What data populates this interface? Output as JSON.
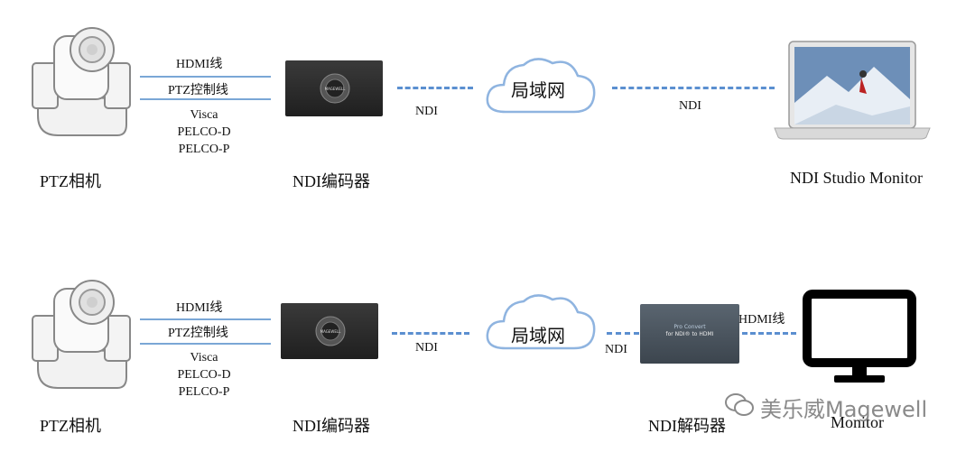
{
  "row1": {
    "camera_label": "PTZ相机",
    "cable_hdmi": "HDMI线",
    "cable_ptz": "PTZ控制线",
    "protocols": [
      "Visca",
      "PELCO-D",
      "PELCO-P"
    ],
    "encoder_label": "NDI编码器",
    "ndi_left": "NDI",
    "cloud_label": "局域网",
    "ndi_right": "NDI",
    "laptop_label": "NDI Studio Monitor"
  },
  "row2": {
    "camera_label": "PTZ相机",
    "cable_hdmi": "HDMI线",
    "cable_ptz": "PTZ控制线",
    "protocols": [
      "Visca",
      "PELCO-D",
      "PELCO-P"
    ],
    "encoder_label": "NDI编码器",
    "ndi_left": "NDI",
    "cloud_label": "局域网",
    "ndi_right": "NDI",
    "decoder_label": "NDI解码器",
    "hdmi_out": "HDMI线",
    "monitor_label": "Monitor"
  },
  "device": {
    "brand_text": "MAGEWELL",
    "decoder_title": "Pro Convert",
    "decoder_subtitle": "for NDI® to HDMI"
  },
  "watermark": "美乐威Magewell",
  "colors": {
    "cable": "#7aa7d6",
    "dash": "#5b8fd0",
    "device": "#2b2b2b",
    "decoder": "#4a5560"
  }
}
